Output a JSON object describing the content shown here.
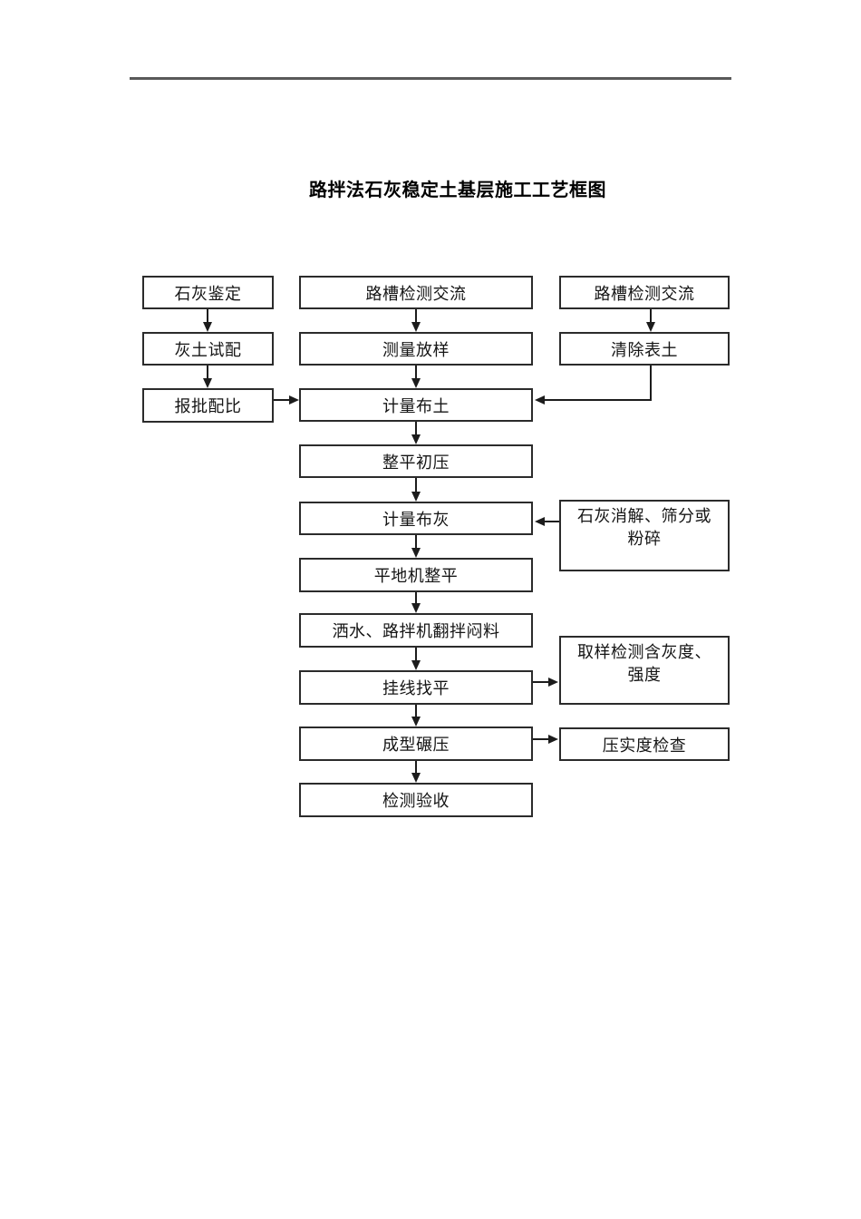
{
  "page": {
    "title": "路拌法石灰稳定土基层施工工艺框图"
  },
  "flowchart": {
    "left_column": {
      "lime_identification": "石灰鉴定",
      "lime_soil_trial_mix": "灰土试配",
      "ratio_approval": "报批配比"
    },
    "main_column": {
      "roadbed_inspection": "路槽检测交流",
      "survey_layout": "测量放样",
      "measure_spread_soil": "计量布土",
      "level_initial_rolling": "整平初压",
      "measure_spread_lime": "计量布灰",
      "grader_leveling": "平地机整平",
      "water_mix": "洒水、路拌机翻拌闷料",
      "line_leveling": "挂线找平",
      "forming_rolling": "成型碾压",
      "inspection_acceptance": "检测验收"
    },
    "right_column": {
      "roadbed_inspection": "路槽检测交流",
      "clear_topsoil": "清除表土"
    },
    "side_boxes": {
      "lime_digestion_line1": "石灰消解、筛分或",
      "lime_digestion_line2": "粉碎",
      "sampling_test_line1": "取样检测含灰度、",
      "sampling_test_line2": "强度",
      "compaction_check": "压实度检查"
    }
  },
  "colors": {
    "box_border": "#2b2b2b",
    "connector": "#1c1c1c",
    "header_rule": "#595959",
    "background": "#ffffff"
  }
}
